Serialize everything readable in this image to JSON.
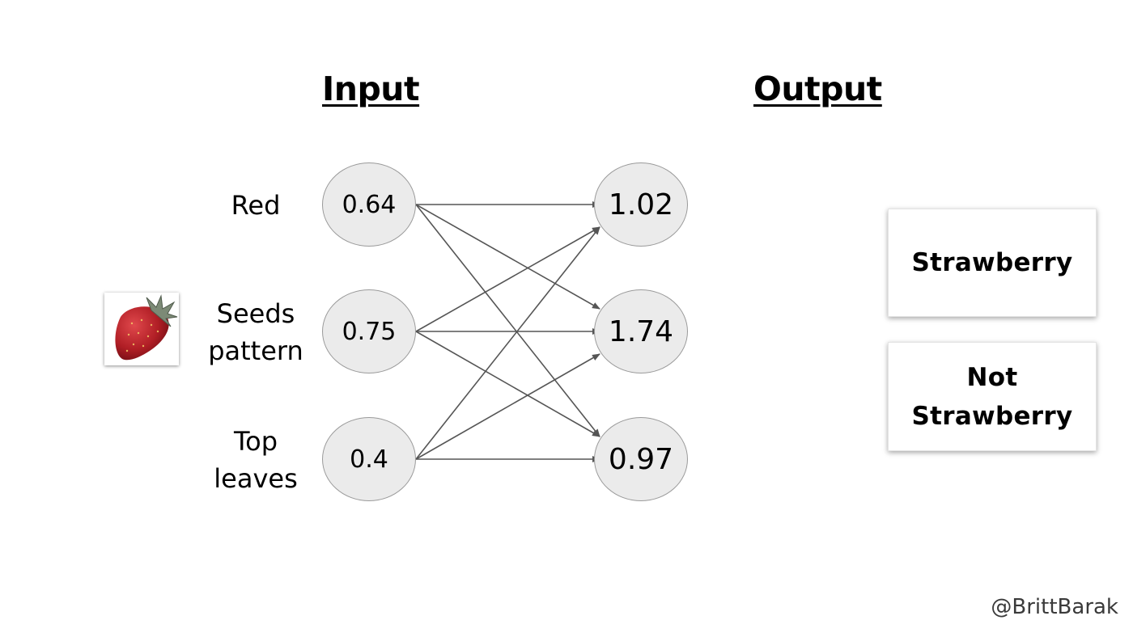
{
  "headings": {
    "input": "Input",
    "output": "Output"
  },
  "features": [
    {
      "label": "Red",
      "value": "0.64"
    },
    {
      "label": "Seeds pattern",
      "value": "0.75"
    },
    {
      "label": "Top leaves",
      "value": "0.4"
    }
  ],
  "output_nodes": [
    "1.02",
    "1.74",
    "0.97"
  ],
  "classes": [
    "Strawberry",
    "Not Strawberry"
  ],
  "credit": "@BrittBarak",
  "colors": {
    "node_fill": "#ebebeb",
    "node_border": "#9a9a9a",
    "edge": "#555555",
    "strawberry": "#c0262d"
  }
}
